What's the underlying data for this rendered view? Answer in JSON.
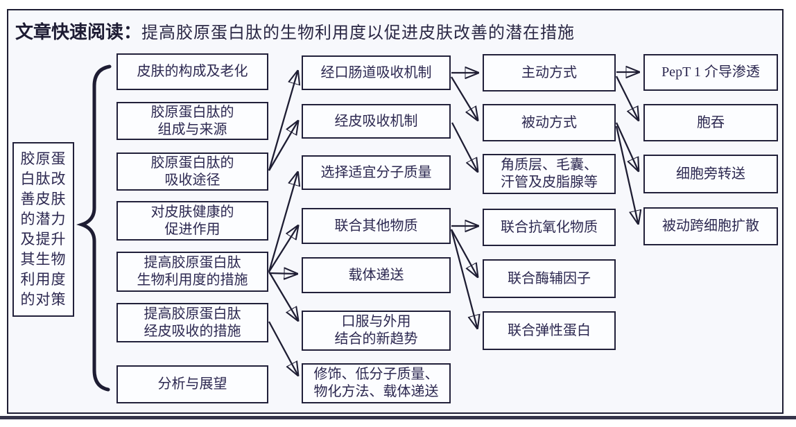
{
  "title": {
    "label": "文章快速阅读：",
    "text": "提高胶原蛋白肽的生物利用度以促进皮肤改善的潜在措施"
  },
  "root": {
    "lines": [
      "胶原蛋",
      "白肽改",
      "善皮肤",
      "的潜力",
      "及提升",
      "其生物",
      "利用度",
      "的对策"
    ],
    "full_text": "胶原蛋白肽改善皮肤的潜力及提升其生物利用度的对策"
  },
  "nodes": {
    "col1": [
      {
        "id": "skin-composition-aging",
        "lines": [
          "皮肤的构成及老化"
        ]
      },
      {
        "id": "collagen-peptide-composition-sources",
        "lines": [
          "胶原蛋白肽的",
          "组成与来源"
        ]
      },
      {
        "id": "collagen-peptide-absorption-routes",
        "lines": [
          "胶原蛋白肽的",
          "吸收途径"
        ]
      },
      {
        "id": "skin-health-promotion",
        "lines": [
          "对皮肤健康的",
          "促进作用"
        ]
      },
      {
        "id": "bioavailability-improvement-measures",
        "lines": [
          "提高胶原蛋白肽",
          "生物利用度的措施"
        ]
      },
      {
        "id": "transdermal-absorption-measures",
        "lines": [
          "提高胶原蛋白肽",
          "经皮吸收的措施"
        ]
      },
      {
        "id": "analysis-outlook",
        "lines": [
          "分析与展望"
        ]
      }
    ],
    "col2": [
      {
        "id": "oral-intestinal-absorption",
        "lines": [
          "经口肠道吸收机制"
        ]
      },
      {
        "id": "transdermal-absorption-mechanism",
        "lines": [
          "经皮吸收机制"
        ]
      },
      {
        "id": "suitable-molecular-weight",
        "lines": [
          "选择适宜分子质量"
        ]
      },
      {
        "id": "combine-other-substances",
        "lines": [
          "联合其他物质"
        ]
      },
      {
        "id": "carrier-delivery",
        "lines": [
          "载体递送"
        ]
      },
      {
        "id": "oral-topical-combination-trend",
        "lines": [
          "口服与外用",
          "结合的新趋势"
        ]
      },
      {
        "id": "modification-methods",
        "lines": [
          "修饰、低分子质量、",
          "物化方法、载体递送"
        ]
      }
    ],
    "col3": [
      {
        "id": "active-mode",
        "lines": [
          "主动方式"
        ]
      },
      {
        "id": "passive-mode",
        "lines": [
          "被动方式"
        ]
      },
      {
        "id": "stratum-corneum-follicle",
        "lines": [
          "角质层、毛囊、",
          "汗管及皮脂腺等"
        ]
      },
      {
        "id": "combine-antioxidants",
        "lines": [
          "联合抗氧化物质"
        ]
      },
      {
        "id": "combine-enzyme-cofactors",
        "lines": [
          "联合酶辅因子"
        ]
      },
      {
        "id": "combine-elastin",
        "lines": [
          "联合弹性蛋白"
        ]
      }
    ],
    "col4": [
      {
        "id": "pept1-mediated-permeation",
        "lines": [
          "PepT 1 介导渗透"
        ]
      },
      {
        "id": "endocytosis",
        "lines": [
          "胞吞"
        ]
      },
      {
        "id": "paracellular-transport",
        "lines": [
          "细胞旁转送"
        ]
      },
      {
        "id": "passive-transcellular-diffusion",
        "lines": [
          "被动跨细胞扩散"
        ]
      }
    ]
  },
  "edges": [
    {
      "from": "collagen-peptide-absorption-routes",
      "to": "oral-intestinal-absorption"
    },
    {
      "from": "collagen-peptide-absorption-routes",
      "to": "transdermal-absorption-mechanism"
    },
    {
      "from": "bioavailability-improvement-measures",
      "to": "suitable-molecular-weight"
    },
    {
      "from": "bioavailability-improvement-measures",
      "to": "combine-other-substances"
    },
    {
      "from": "bioavailability-improvement-measures",
      "to": "carrier-delivery"
    },
    {
      "from": "bioavailability-improvement-measures",
      "to": "oral-topical-combination-trend"
    },
    {
      "from": "transdermal-absorption-measures",
      "to": "modification-methods"
    },
    {
      "from": "oral-intestinal-absorption",
      "to": "active-mode"
    },
    {
      "from": "oral-intestinal-absorption",
      "to": "passive-mode"
    },
    {
      "from": "transdermal-absorption-mechanism",
      "to": "stratum-corneum-follicle"
    },
    {
      "from": "combine-other-substances",
      "to": "combine-antioxidants"
    },
    {
      "from": "combine-other-substances",
      "to": "combine-enzyme-cofactors"
    },
    {
      "from": "combine-other-substances",
      "to": "combine-elastin"
    },
    {
      "from": "active-mode",
      "to": "pept1-mediated-permeation"
    },
    {
      "from": "active-mode",
      "to": "endocytosis"
    },
    {
      "from": "passive-mode",
      "to": "paracellular-transport"
    },
    {
      "from": "passive-mode",
      "to": "passive-transcellular-diffusion"
    }
  ],
  "colors": {
    "ink": "#232138",
    "box_bg": "#fcfdff",
    "frame_bg": "#f7f8fc",
    "page_bg": "#ffffff",
    "bottom_bar": "#35344a"
  }
}
